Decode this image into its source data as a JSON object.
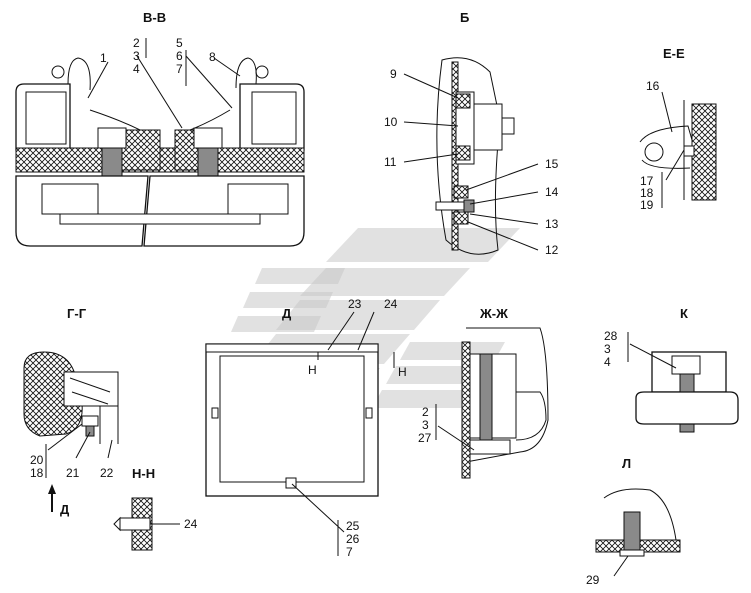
{
  "sections": {
    "vv": {
      "title": "В-В",
      "callouts": [
        "1",
        "2",
        "3",
        "4",
        "5",
        "6",
        "7",
        "8"
      ]
    },
    "b": {
      "title": "Б",
      "callouts": [
        "9",
        "10",
        "11",
        "15",
        "14",
        "13",
        "12"
      ]
    },
    "ee": {
      "title": "Е-Е",
      "callouts": [
        "16",
        "17",
        "18",
        "19"
      ]
    },
    "gg": {
      "title": "Г-Г",
      "callouts": [
        "20",
        "18",
        "21",
        "22"
      ],
      "arrow_label": "Д"
    },
    "d": {
      "title": "Д",
      "callouts": [
        "23",
        "24",
        "25",
        "26",
        "7"
      ],
      "dim_label_left": "Н",
      "dim_label_right": "Н"
    },
    "zhzh": {
      "title": "Ж-Ж",
      "callouts": [
        "2",
        "3",
        "27"
      ]
    },
    "k": {
      "title": "К",
      "callouts": [
        "28",
        "3",
        "4"
      ]
    },
    "nn": {
      "title": "Н-Н",
      "callouts": [
        "24"
      ]
    },
    "l": {
      "title": "Л",
      "callouts": [
        "29"
      ]
    }
  }
}
